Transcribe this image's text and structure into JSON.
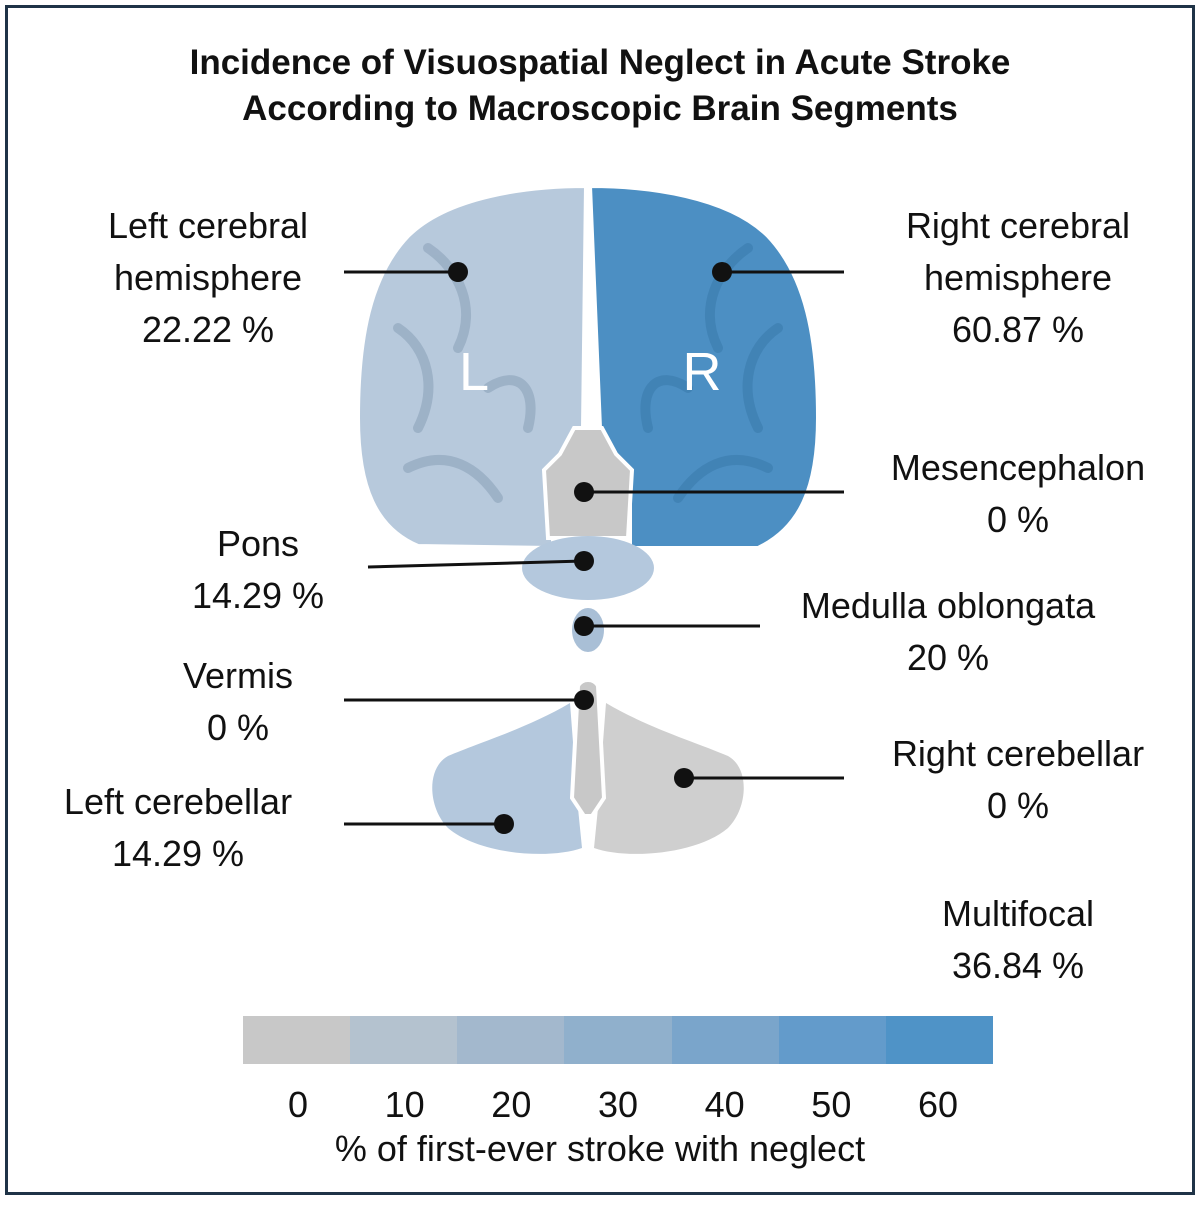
{
  "title": {
    "line1": "Incidence of Visuospatial Neglect in Acute Stroke",
    "line2": "According to Macroscopic Brain Segments"
  },
  "hemisphere_letters": {
    "left": "L",
    "right": "R"
  },
  "regions": {
    "left_hemisphere": {
      "name_line1": "Left cerebral",
      "name_line2": "hemisphere",
      "value": "22.22 %",
      "fill": "#b7c9dc"
    },
    "right_hemisphere": {
      "name_line1": "Right cerebral",
      "name_line2": "hemisphere",
      "value": "60.87 %",
      "fill": "#4c8fc3"
    },
    "mesencephalon": {
      "name": "Mesencephalon",
      "value": "0 %",
      "fill": "#c8c8c8"
    },
    "pons": {
      "name": "Pons",
      "value": "14.29 %",
      "fill": "#b4c8dd"
    },
    "medulla": {
      "name": "Medulla oblongata",
      "value": "20 %",
      "fill": "#a9bfd6"
    },
    "vermis": {
      "name": "Vermis",
      "value": "0 %",
      "fill": "#c8c8c8"
    },
    "left_cerebellar": {
      "name": "Left cerebellar",
      "value": "14.29 %",
      "fill": "#b4c8dd"
    },
    "right_cerebellar": {
      "name": "Right cerebellar",
      "value": "0 %",
      "fill": "#cfcfcf"
    },
    "multifocal": {
      "name": "Multifocal",
      "value": "36.84 %"
    }
  },
  "legend": {
    "title": "% of first-ever stroke with neglect",
    "ticks": [
      "0",
      "10",
      "20",
      "30",
      "40",
      "50",
      "60"
    ],
    "colors": [
      "#c8c8c8",
      "#b4c2cf",
      "#a3b8cd",
      "#90b0cc",
      "#7aa5cb",
      "#639bcb",
      "#4f93c7"
    ]
  }
}
